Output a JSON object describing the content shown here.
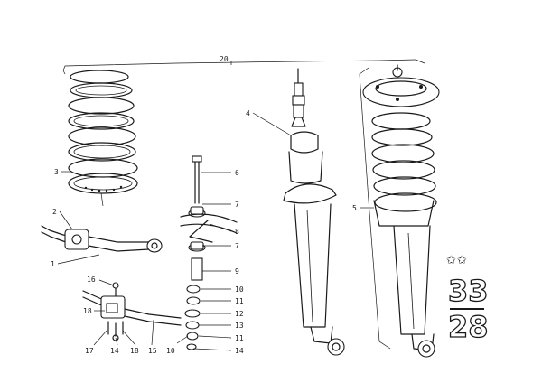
{
  "diagram": {
    "callouts": {
      "c20": "20",
      "c4": "4",
      "c5": "5",
      "c3": "3",
      "c2": "2",
      "c1": "1",
      "c6a": "6",
      "c7a": "7",
      "c8": "8",
      "c7b": "7",
      "c9": "9",
      "c10": "10",
      "c11a": "11",
      "c12": "12",
      "c13": "13",
      "c11b": "11",
      "c14a": "14",
      "c10b": "10",
      "c16": "16",
      "c18a": "18",
      "c17": "17",
      "c14b": "14",
      "c18b": "18",
      "c15": "15"
    },
    "catalog": {
      "stars": "✩✩",
      "top_number": "33",
      "bottom_number": "28"
    }
  }
}
